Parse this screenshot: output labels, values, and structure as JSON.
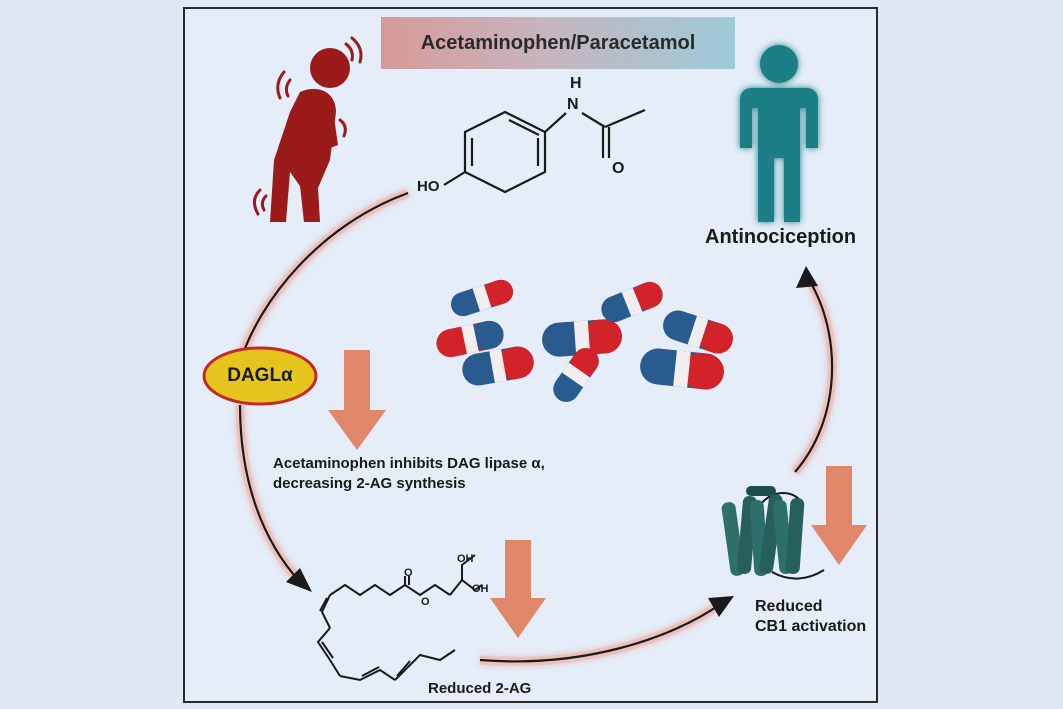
{
  "title": "Acetaminophen/Paracetamol",
  "molecule": {
    "ho": "HO",
    "n": "N",
    "h": "H",
    "o": "O"
  },
  "enzyme": "DAGLα",
  "mechanism_text": [
    "Acetaminophen inhibits DAG lipase α,",
    "decreasing 2-AG synthesis"
  ],
  "outcome": "Antinociception",
  "cb1_text": [
    "Reduced",
    "CB1 activation"
  ],
  "lipid_label": "Reduced 2-AG",
  "lipid_atoms": {
    "oh1": "OH",
    "oh2": "OH",
    "o1": "O",
    "o2": "O"
  },
  "colors": {
    "pain_figure": "#9b1b1b",
    "relief_figure": "#1f7f86",
    "arrow_down": "#e0876a",
    "cycle_glow": "#f2a08f",
    "enzyme_fill": "#e5c51e",
    "enzyme_border": "#c62828",
    "capsule_red": "#d2232a",
    "capsule_blue": "#2a5b8f",
    "receptor": "#2f6f6b"
  },
  "icons": [
    "pain-person-icon",
    "healthy-person-icon",
    "capsule-icon",
    "receptor-icon"
  ]
}
